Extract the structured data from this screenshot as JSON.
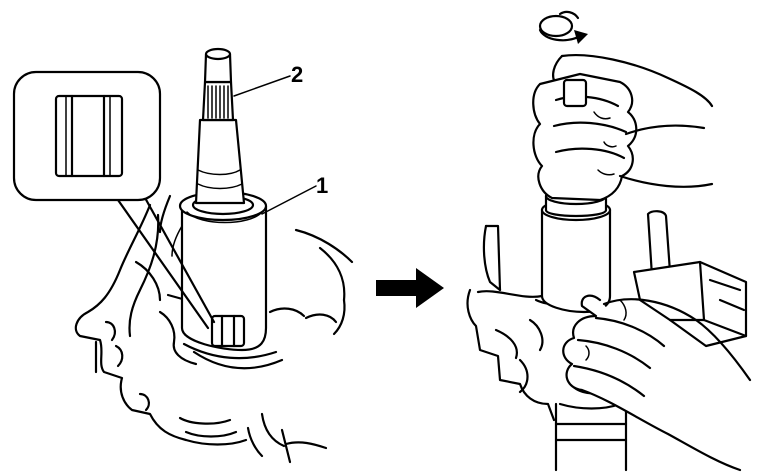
{
  "figure": {
    "callouts": [
      {
        "id": "part-1",
        "label": "1"
      },
      {
        "id": "part-2",
        "label": "2"
      }
    ],
    "colors": {
      "ink": "#000000",
      "background": "#ffffff"
    },
    "icons": [
      "arrow-right-icon",
      "rotate-arrow-icon"
    ]
  }
}
